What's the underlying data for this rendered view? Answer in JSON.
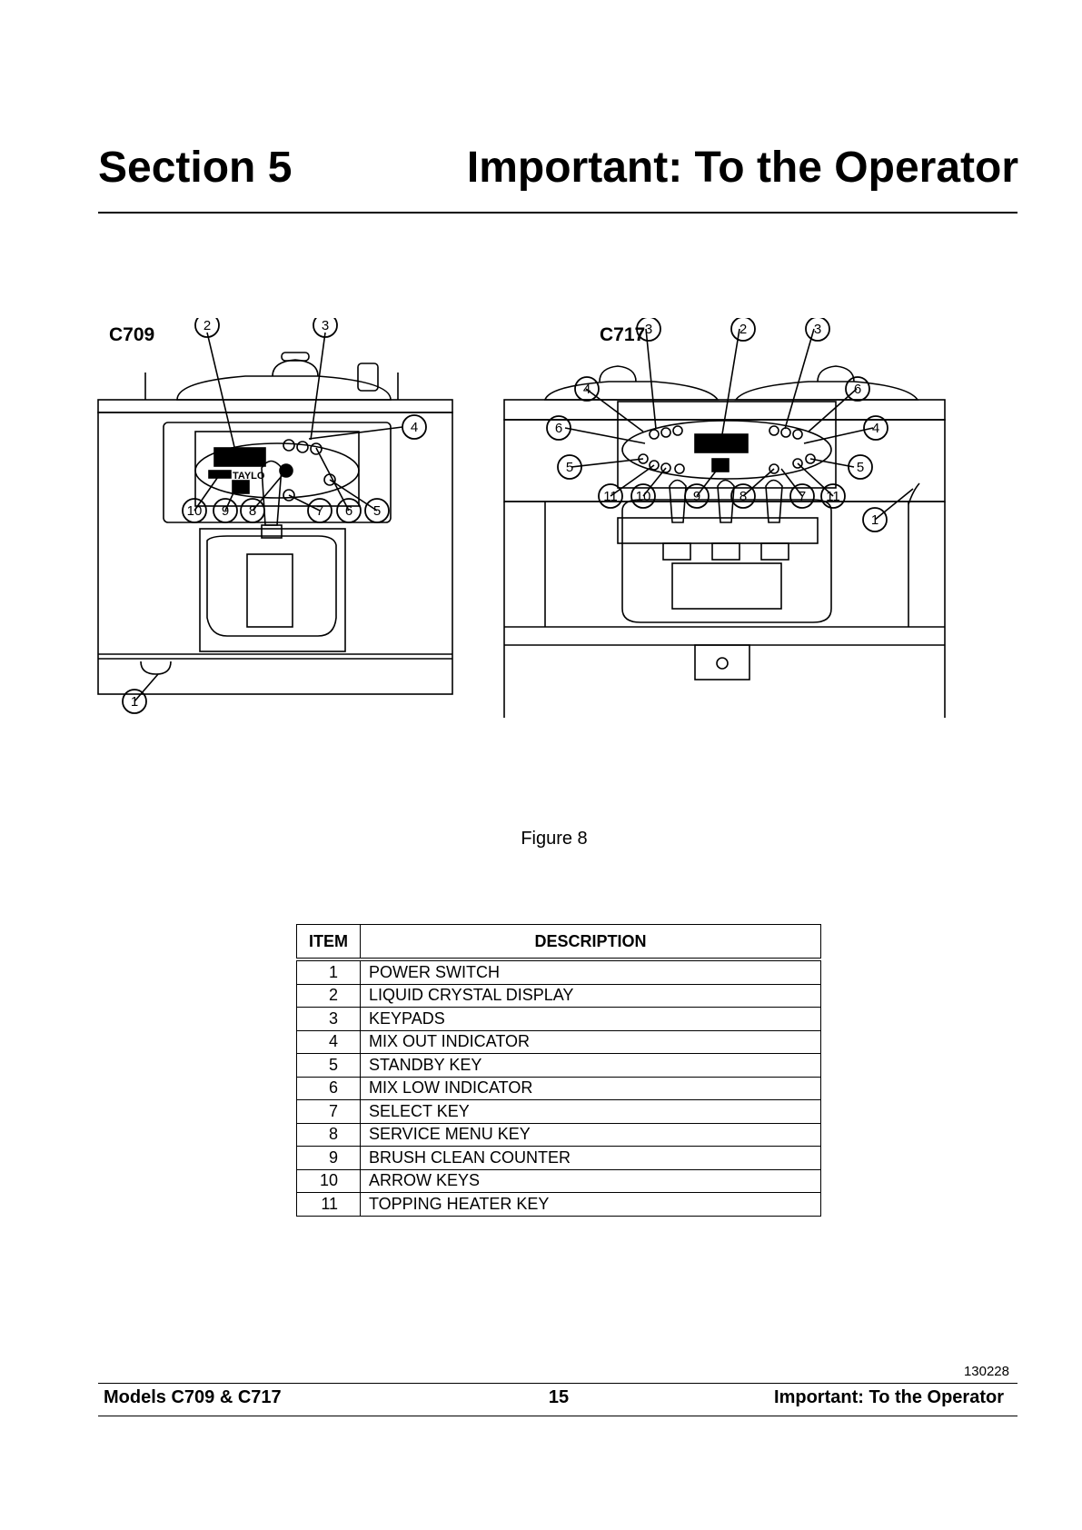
{
  "header": {
    "section": "Section 5",
    "title": "Important: To the Operator"
  },
  "figure": {
    "models": [
      "C709",
      "C717"
    ],
    "caption": "Figure 8",
    "c709_callouts": [
      "1",
      "2",
      "3",
      "4",
      "5",
      "6",
      "7",
      "8",
      "9",
      "10"
    ],
    "c717_callouts": [
      "1",
      "2",
      "3",
      "3",
      "4",
      "4",
      "5",
      "5",
      "6",
      "6",
      "7",
      "8",
      "9",
      "10",
      "11",
      "11"
    ],
    "panel_brand_text": "TAYLO"
  },
  "table": {
    "headers": [
      "ITEM",
      "DESCRIPTION"
    ],
    "rows": [
      [
        "1",
        "POWER SWITCH"
      ],
      [
        "2",
        "LIQUID CRYSTAL DISPLAY"
      ],
      [
        "3",
        "KEYPADS"
      ],
      [
        "4",
        "MIX OUT INDICATOR"
      ],
      [
        "5",
        "STANDBY KEY"
      ],
      [
        "6",
        "MIX LOW INDICATOR"
      ],
      [
        "7",
        "SELECT KEY"
      ],
      [
        "8",
        "SERVICE MENU KEY"
      ],
      [
        "9",
        "BRUSH CLEAN COUNTER"
      ],
      [
        "10",
        "ARROW KEYS"
      ],
      [
        "11",
        "TOPPING HEATER KEY"
      ]
    ]
  },
  "footer": {
    "doc_code": "130228",
    "left": "Models C709 & C717",
    "page": "15",
    "right": "Important: To the Operator"
  }
}
